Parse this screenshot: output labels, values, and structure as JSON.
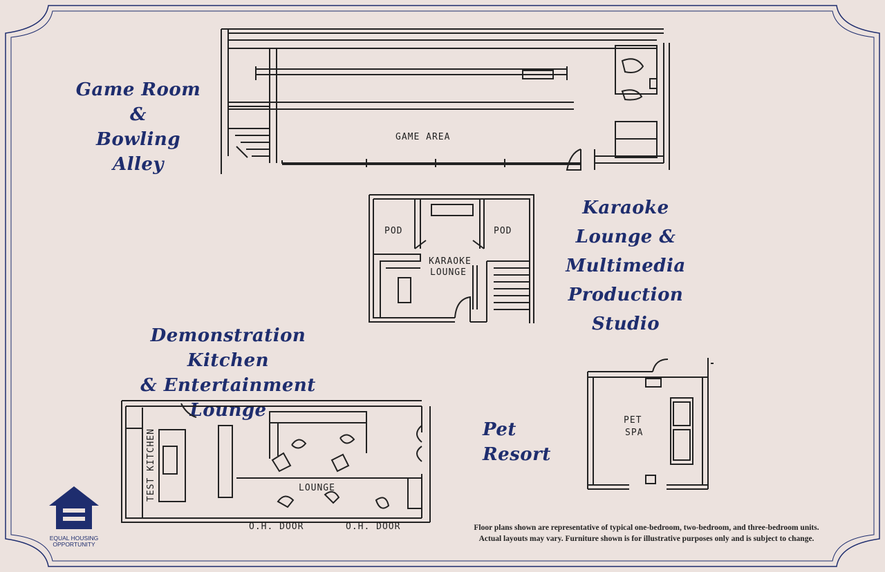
{
  "labels": {
    "game_room_line1": "Game Room &",
    "game_room_line2": "Bowling Alley",
    "karaoke_line1": "Karaoke",
    "karaoke_line2": "Lounge &",
    "karaoke_line3": "Multimedia",
    "karaoke_line4": "Production",
    "karaoke_line5": "Studio",
    "demo_line1": "Demonstration Kitchen",
    "demo_line2": "& Entertainment Lounge",
    "pet_resort": "Pet Resort"
  },
  "plan_text": {
    "game_area": "GAME AREA",
    "pod_left": "POD",
    "pod_right": "POD",
    "karaoke_lounge_1": "KARAOKE",
    "karaoke_lounge_2": "LOUNGE",
    "test_kitchen": "TEST KITCHEN",
    "lounge": "LOUNGE",
    "oh_door_1": "O.H. DOOR",
    "oh_door_2": "O.H. DOOR",
    "pet_spa_1": "PET",
    "pet_spa_2": "SPA"
  },
  "disclaimer": {
    "line1": "Floor plans shown are representative of typical one-bedroom, two-bedroom, and three-bedroom units.",
    "line2": "Actual layouts may vary. Furniture shown is for illustrative purposes only and is subject to change."
  },
  "eho": {
    "line1": "EQUAL HOUSING",
    "line2": "OPPORTUNITY"
  },
  "colors": {
    "background": "#ece2de",
    "label_navy": "#1e2d6e",
    "ink": "#222222"
  }
}
